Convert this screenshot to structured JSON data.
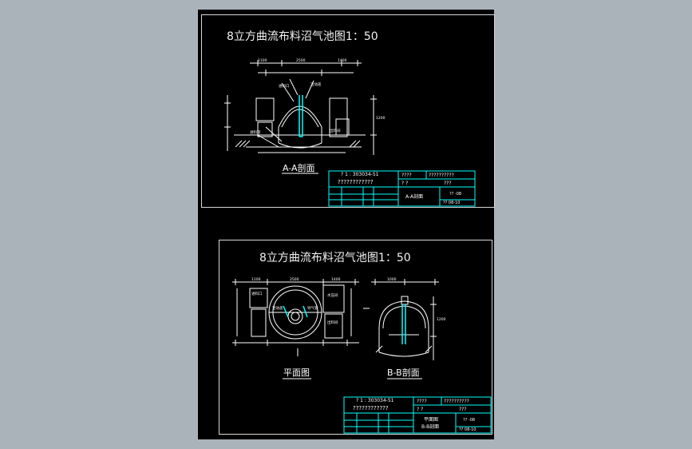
{
  "colors": {
    "background": "#abb3ba",
    "canvas": "#000000",
    "lines": "#ffffff",
    "accent": "#00ffff",
    "border": "#d8d8d8"
  },
  "sheets": [
    {
      "title": "8立方曲流布料沼气池图1：50",
      "view_label": "A-A剖面",
      "title_block": {
        "drawing_no": "? 1 : 303034-51",
        "note": "????????????",
        "cells": [
          "????",
          "??????????",
          "? ?",
          "???",
          "A-A剖面",
          "?? -08",
          "?? 08-10"
        ]
      }
    },
    {
      "title": "8立方曲流布料沼气池图1：50",
      "view_labels": [
        "平面图",
        "B-B剖面"
      ],
      "title_block": {
        "drawing_no": "? 1 : 303034-51",
        "note": "????????????",
        "cells": [
          "????",
          "??????????",
          "? ?",
          "???",
          "平面图",
          "B-B剖面",
          "?? -08",
          "?? 08-10"
        ]
      }
    }
  ]
}
